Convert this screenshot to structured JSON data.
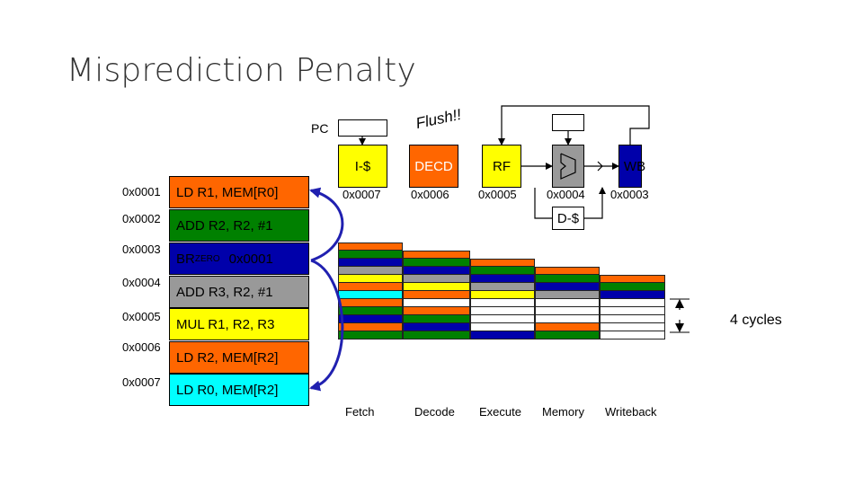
{
  "title": "Misprediction Penalty",
  "pc_label": "PC",
  "flush_label": "Flush!!",
  "cycles_label": "4 cycles",
  "dcache_label": "D-$",
  "stages": [
    {
      "label": "I-$",
      "color": "#ffff00",
      "text_color": "#000000"
    },
    {
      "label": "DECD",
      "color": "#ff6600",
      "text_color": "#ffffff"
    },
    {
      "label": "RF",
      "color": "#ffff00",
      "text_color": "#000000"
    },
    {
      "label": "",
      "color": "#999999",
      "text_color": "#000000"
    },
    {
      "label": "WB",
      "color": "#0000aa",
      "text_color": "#000000"
    }
  ],
  "pipeline_addresses": [
    "0x0007",
    "0x0006",
    "0x0005",
    "0x0004",
    "0x0003"
  ],
  "instructions": [
    {
      "addr": "0x0001",
      "text": "LD R1, MEM[R0]",
      "color": "#ff6600"
    },
    {
      "addr": "0x0002",
      "text": "ADD R2, R2, #1",
      "color": "#008000"
    },
    {
      "addr": "0x0003",
      "text_main": "BR",
      "text_small": "ZERO",
      "text_tail": "0x0001",
      "color": "#0000aa"
    },
    {
      "addr": "0x0004",
      "text": "ADD R3, R2, #1",
      "color": "#999999"
    },
    {
      "addr": "0x0005",
      "text": "MUL R1, R2, R3",
      "color": "#ffff00"
    },
    {
      "addr": "0x0006",
      "text": "LD R2, MEM[R2]",
      "color": "#ff6600"
    },
    {
      "addr": "0x0007",
      "text": "LD R0, MEM[R2]",
      "color": "#00ffff"
    }
  ],
  "timeline_labels": [
    "Fetch",
    "Decode",
    "Execute",
    "Memory",
    "Writeback"
  ],
  "timeline_columns": [
    [
      "#ff6600",
      "#008000",
      "#0000aa",
      "#999999",
      "#ffff00",
      "#ff6600",
      "#00ffff",
      "#ff6600",
      "#008000",
      "#0000aa",
      "#ff6600",
      "#008000"
    ],
    [
      "#ff6600",
      "#008000",
      "#0000aa",
      "#999999",
      "#ffff00",
      "#ff6600",
      "#ffffff",
      "#ff6600",
      "#008000",
      "#0000aa",
      "#008000"
    ],
    [
      "#ff6600",
      "#008000",
      "#0000aa",
      "#999999",
      "#ffff00",
      "#ffffff",
      "#ffffff",
      "#ffffff",
      "#ffffff",
      "#0000aa"
    ],
    [
      "#ff6600",
      "#008000",
      "#0000aa",
      "#999999",
      "#ffffff",
      "#ffffff",
      "#ffffff",
      "#ff6600",
      "#008000"
    ],
    [
      "#ff6600",
      "#008000",
      "#0000aa",
      "#ffffff",
      "#ffffff",
      "#ffffff",
      "#ffffff",
      "#ffffff"
    ]
  ]
}
